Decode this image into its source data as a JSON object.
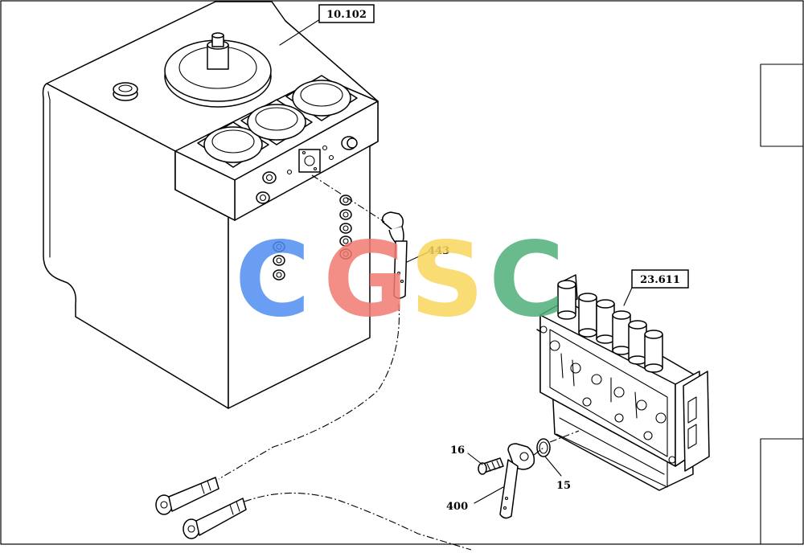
{
  "references": {
    "tank_ref": "10.102",
    "pump_ref": "23.611"
  },
  "callouts": {
    "pipe_upper": "443",
    "pipe_lower": "400",
    "bolt": "16",
    "seal_ring": "15"
  },
  "watermark": {
    "letters": [
      "C",
      "G",
      "S",
      "C"
    ],
    "colors": [
      "#4f8ef0",
      "#f07b70",
      "#f9d65c",
      "#4fb07a"
    ]
  }
}
